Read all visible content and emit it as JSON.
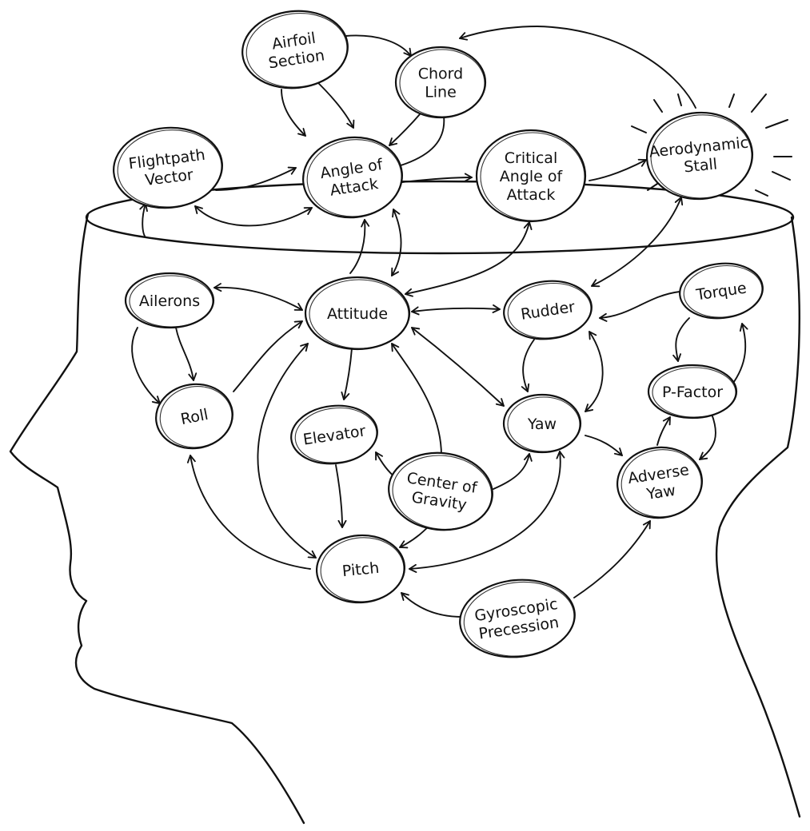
{
  "colors": {
    "ink": "#111111",
    "background": "#ffffff"
  },
  "nodes": {
    "airfoil": [
      "Airfoil",
      "Section"
    ],
    "chord": [
      "Chord",
      "Line"
    ],
    "flightpath": [
      "Flightpath",
      "Vector"
    ],
    "aoa": [
      "Angle of",
      "Attack"
    ],
    "caoa": [
      "Critical",
      "Angle of",
      "Attack"
    ],
    "stall": [
      "Aerodynamic",
      "Stall"
    ],
    "ailerons": [
      "Ailerons"
    ],
    "attitude": [
      "Attitude"
    ],
    "rudder": [
      "Rudder"
    ],
    "torque": [
      "Torque"
    ],
    "roll": [
      "Roll"
    ],
    "elevator": [
      "Elevator"
    ],
    "yaw": [
      "Yaw"
    ],
    "pfactor": [
      "P-Factor"
    ],
    "cog": [
      "Center of",
      "Gravity"
    ],
    "adverse": [
      "Adverse",
      "Yaw"
    ],
    "pitch": [
      "Pitch"
    ],
    "gyro": [
      "Gyroscopic",
      "Precession"
    ]
  }
}
